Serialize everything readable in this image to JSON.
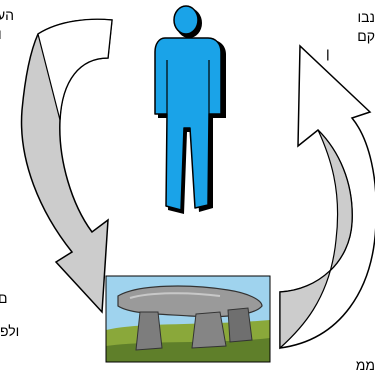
{
  "texts": {
    "top_left_line1": "הע",
    "top_left_line2": "ו",
    "top_right_line1": "נבו",
    "top_right_line2": "קם",
    "top_right_line3": "ן",
    "bottom_left_line1": "ם",
    "bottom_left_line2": "ולפ",
    "bottom_right_line1": "ממ"
  },
  "colors": {
    "arrow_fill": "#cccccc",
    "arrow_outline": "#000000",
    "person_fill": "#1aa3e8",
    "person_outline": "#000000",
    "sky": "#9fd3ee",
    "grass": "#8aa83a",
    "stone": "#8c8c8c"
  },
  "icons": {
    "person": "person-icon",
    "dolmen": "dolmen-stone-icon",
    "cycle_arrow_left": "curved-arrow-down-icon",
    "cycle_arrow_right": "curved-arrow-up-icon"
  }
}
